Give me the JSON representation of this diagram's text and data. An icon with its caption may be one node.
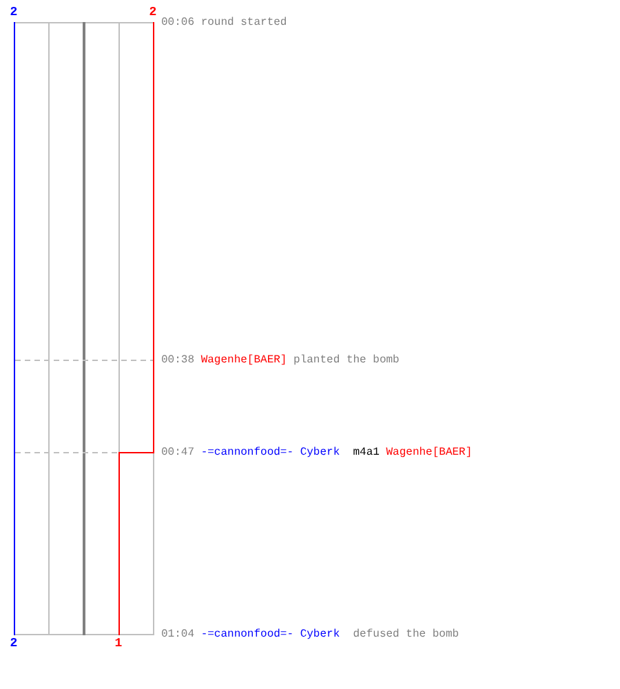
{
  "diagram": {
    "labels": [
      "2",
      "2",
      "00:06",
      "round started",
      "00:38",
      "Wagenhe[BAER]",
      "planted the bomb",
      "00:47",
      "-=cannonfood=- Cyberk",
      "m4a1",
      "Wagenhe[BAER]",
      "01:04",
      "-=cannonfood=- Cyberk",
      "defused the bomb",
      "2",
      "1"
    ]
  }
}
